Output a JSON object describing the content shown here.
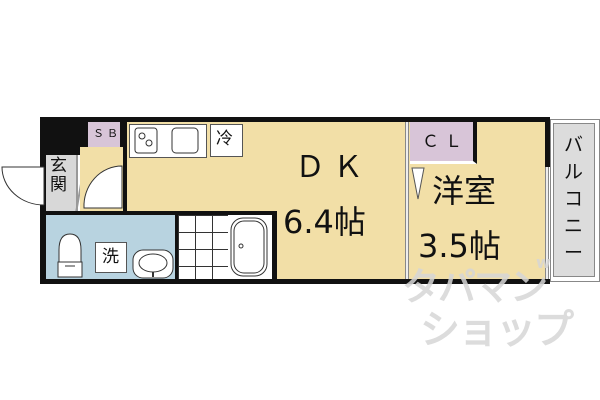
{
  "floor_plan": {
    "rooms": {
      "dk": {
        "name": "ＤＫ",
        "size": "6.4帖"
      },
      "western_room": {
        "name": "洋室",
        "size": "3.5帖"
      },
      "closet": {
        "label": "ＣＬ"
      },
      "shoe_box": {
        "label": "ＳＢ"
      },
      "entrance": {
        "label": "玄関"
      },
      "washroom": {
        "label": "洗"
      },
      "fridge": {
        "label": "冷"
      },
      "balcony": {
        "label": "バルコニー"
      }
    },
    "watermark": {
      "line1": "タパマン",
      "line2": "ショップ",
      "tag": "w"
    },
    "colors": {
      "floor_yellow": "#f2dfa7",
      "wet_blue": "#b8d3e0",
      "storage_purple": "#d8c5d8",
      "entrance_gray": "#d8d8d8",
      "balcony_gray": "#dcdcdc",
      "wall": "#111111"
    }
  }
}
